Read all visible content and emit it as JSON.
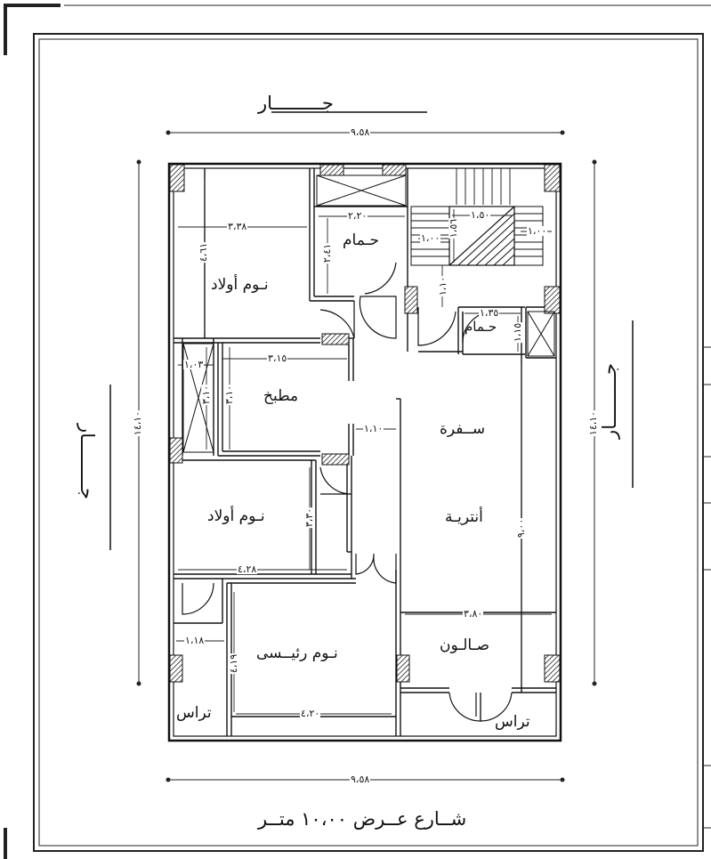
{
  "neighbor_top": "جـــــــــار",
  "neighbor_left": "جـــــــــار",
  "neighbor_right": "جـــــــــار",
  "street": "شــارع عــرض ١٠،٠٠ متــر",
  "rooms": {
    "kids_bedroom_1": "نـوم أولاد",
    "bathroom_1": "حـمام",
    "kitchen": "مطبخ",
    "bathroom_2": "حـمام",
    "dining": "ســفرة",
    "antre": "أنتريـة",
    "kids_bedroom_2": "نـوم أولاد",
    "master_bedroom": "نـوم رئيــسى",
    "salon": "صـالـون",
    "terrace_1": "تراس",
    "terrace_2": "تراس"
  },
  "dims": {
    "total_width_top": "٩،٥٨",
    "total_width_bottom": "٩،٥٨",
    "total_depth_left": "١٤،١٠",
    "total_depth_right": "١٤،١٠",
    "kids1_width": "٣،٣٨",
    "kids1_depth": "٤،٦١",
    "bath1_width": "٢،٢٠",
    "bath1_depth": "٢،٤١",
    "stair_width": "١،٥٠",
    "stair_depth": "١،٥٦",
    "stair_landing": "١،٠٠",
    "stair_side": "١،٠٠",
    "lobby_depth": "١،١٠",
    "bath2_width": "١،٣٥",
    "bath2_depth": "١،١٥",
    "kitchen_width": "٣،١٥",
    "kitchen_depth": "٣،١٠",
    "shaft_width": "١،٠٣",
    "shaft_depth": "٣،١٠",
    "corridor_width": "١،١٠",
    "kids2_depth": "٣،٣٠",
    "kids2_width": "٤،٢٨",
    "hall_depth": "٩،٠٠",
    "salon_width": "٣،٨٠",
    "terrace_width": "١،١٨",
    "master_depth": "٤،١٩",
    "master_width": "٤،٢٠"
  }
}
